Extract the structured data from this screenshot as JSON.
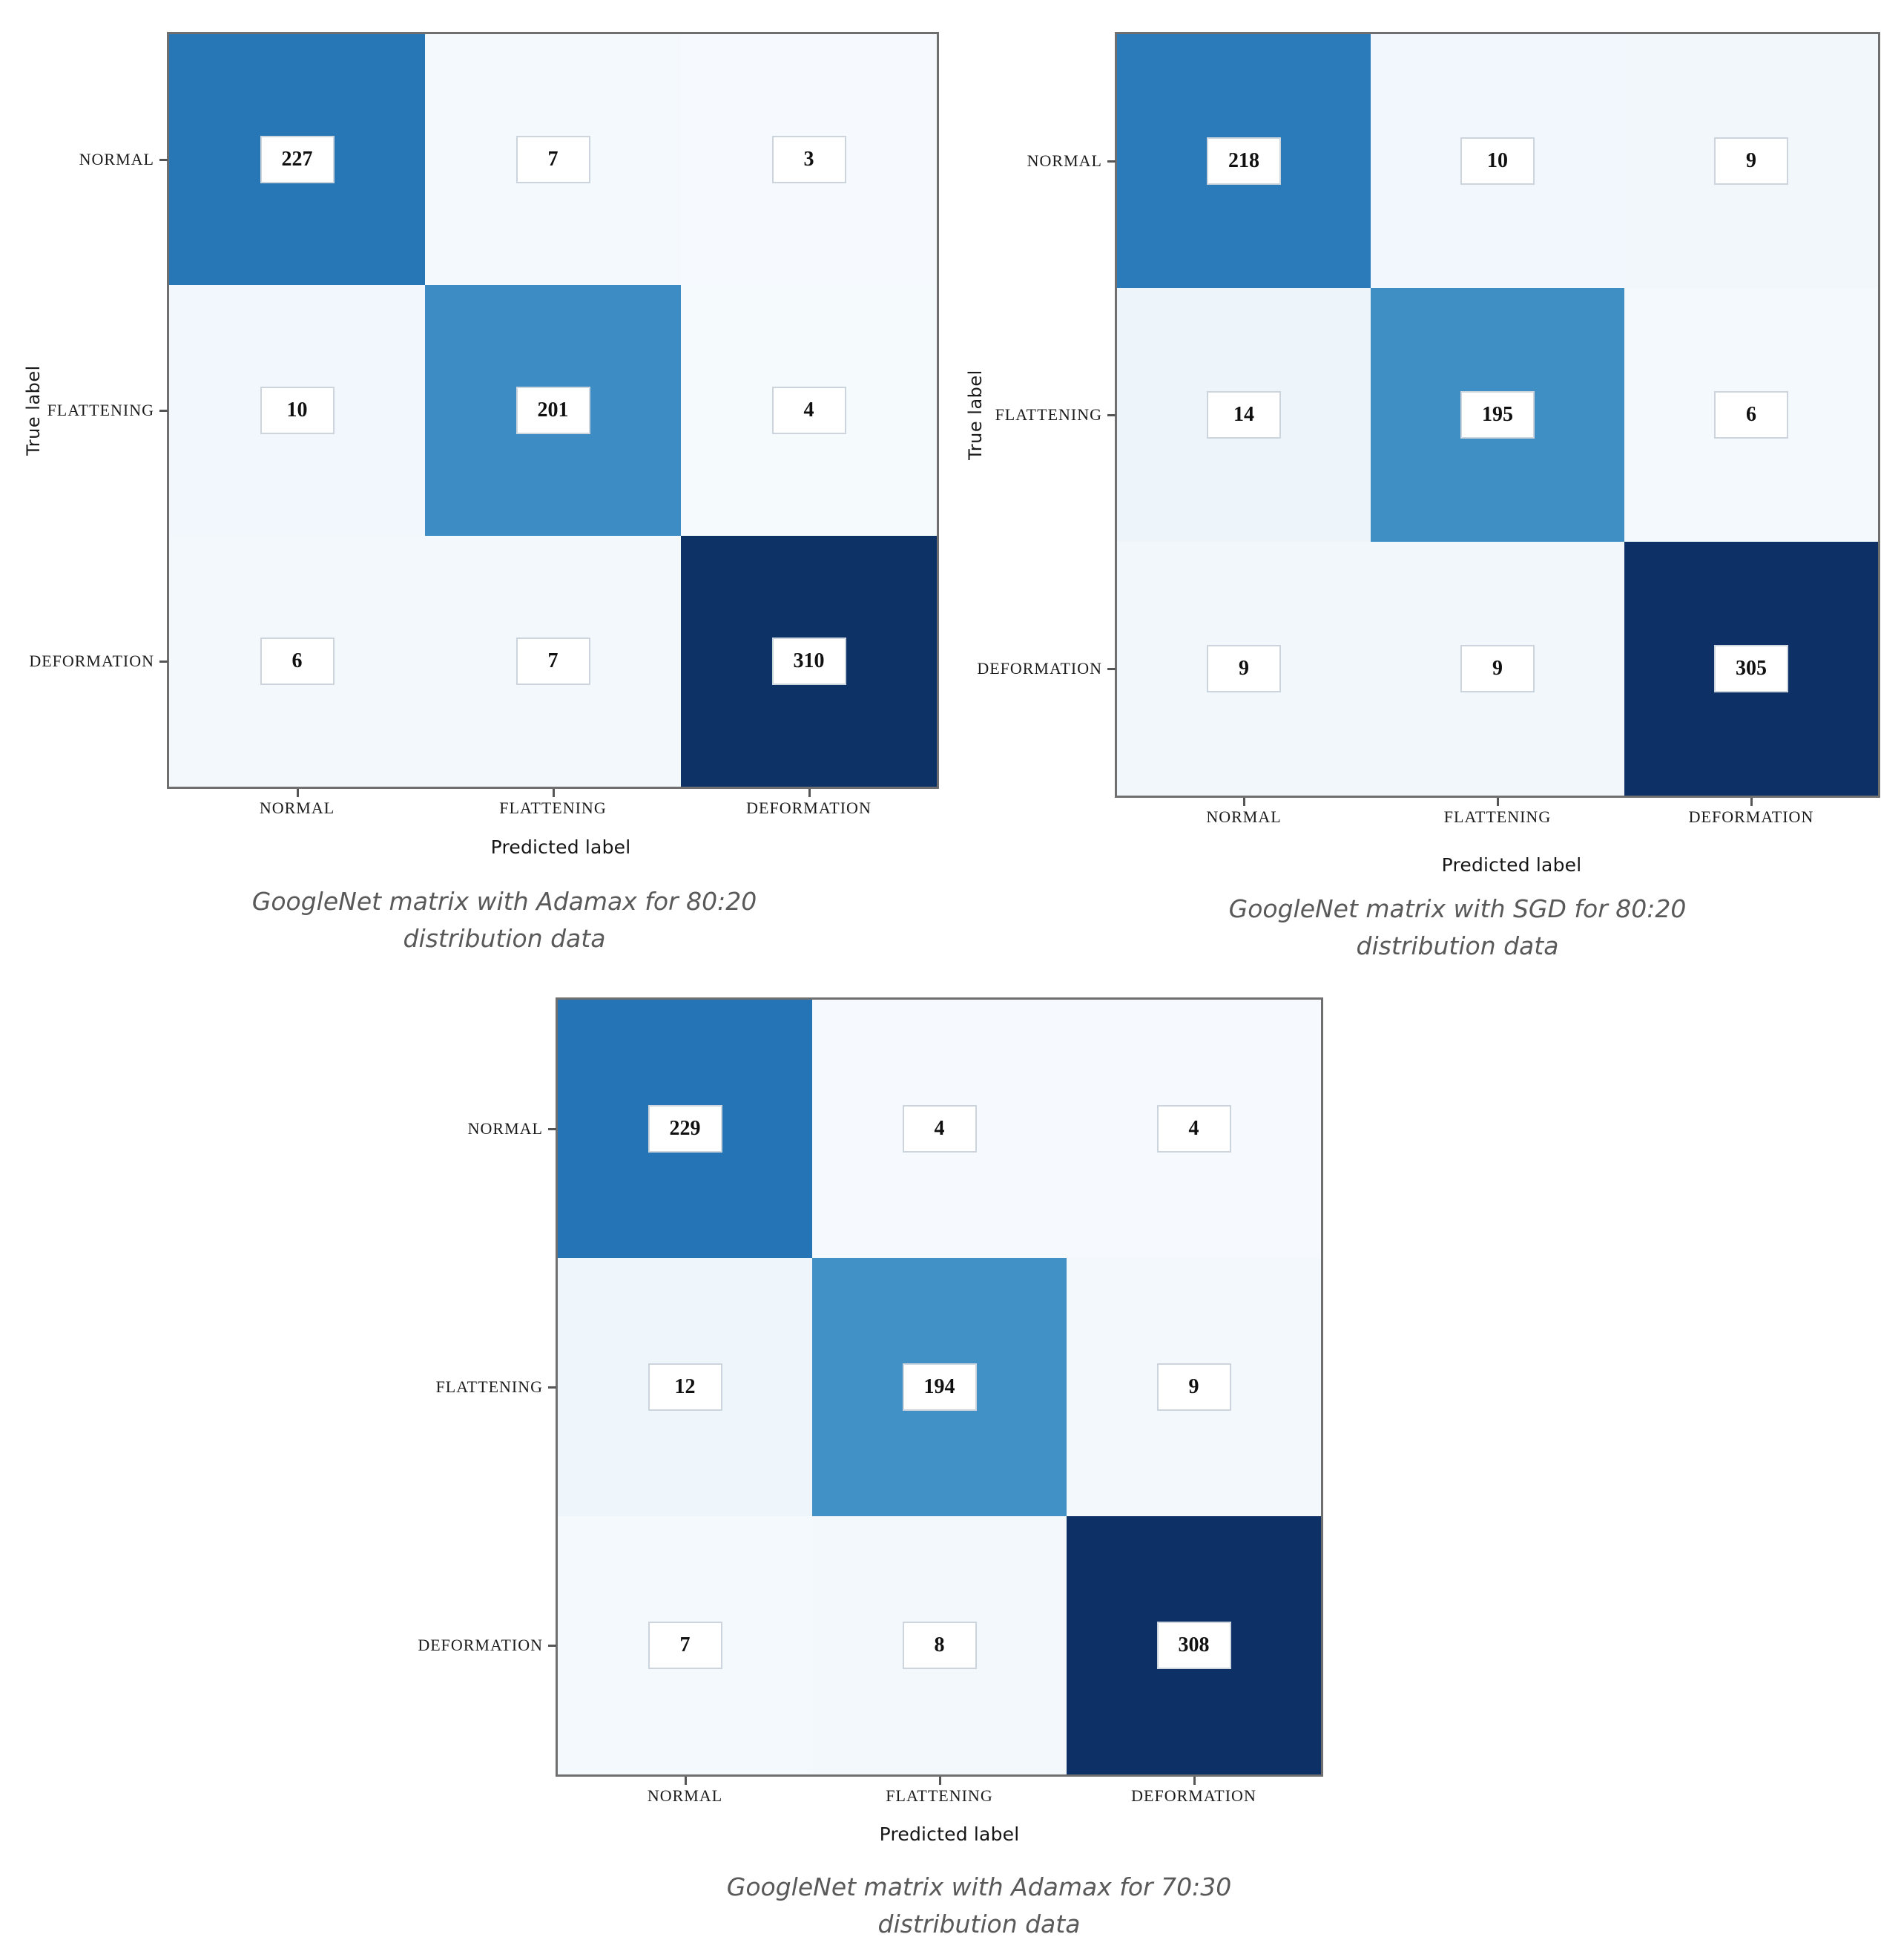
{
  "page": {
    "background": "#ffffff"
  },
  "styles": {
    "caption_color": "#595959",
    "spine_color": "#6f6f6f",
    "value_box_bg": "#ffffff",
    "value_box_border": "#ccd5dd",
    "colormap_max_color": "#0d3166",
    "colormap_min_color": "#f7fbff"
  },
  "chart_data": [
    {
      "type": "heatmap",
      "title": "GoogleNet matrix with Adamax for 80:20 distribution data",
      "caption_lines": [
        "GoogleNet matrix with Adamax for 80:20",
        "distribution data"
      ],
      "xlabel": "Predicted label",
      "ylabel": "True label",
      "x_tick_labels": [
        "NORMAL",
        "FLATTENING",
        "DEFORMATION"
      ],
      "y_tick_labels": [
        "NORMAL",
        "FLATTENING",
        "DEFORMATION"
      ],
      "values": [
        [
          227,
          7,
          3
        ],
        [
          10,
          201,
          4
        ],
        [
          6,
          7,
          310
        ]
      ],
      "value_range": [
        0,
        310
      ],
      "colormap": "Blues",
      "legend": "none",
      "cell_colors": [
        [
          "#2777b7",
          "#f4f9fd",
          "#f6fafe"
        ],
        [
          "#f1f7fc",
          "#3d8dc4",
          "#f5fafd"
        ],
        [
          "#f3f8fc",
          "#f3f8fc",
          "#0d3266"
        ]
      ]
    },
    {
      "type": "heatmap",
      "title": "GoogleNet matrix with SGD for 80:20 distribution data",
      "caption_lines": [
        "GoogleNet matrix with SGD for 80:20",
        "distribution data"
      ],
      "xlabel": "Predicted label",
      "ylabel": "True label",
      "x_tick_labels": [
        "NORMAL",
        "FLATTENING",
        "DEFORMATION"
      ],
      "y_tick_labels": [
        "NORMAL",
        "FLATTENING",
        "DEFORMATION"
      ],
      "values": [
        [
          218,
          10,
          9
        ],
        [
          14,
          195,
          6
        ],
        [
          9,
          9,
          305
        ]
      ],
      "value_range": [
        0,
        305
      ],
      "colormap": "Blues",
      "legend": "none",
      "cell_colors": [
        [
          "#2b7bba",
          "#f1f7fc",
          "#f2f7fc"
        ],
        [
          "#edf4fa",
          "#3f8fc5",
          "#f4f9fd"
        ],
        [
          "#f2f7fc",
          "#f2f7fc",
          "#0d3166"
        ]
      ]
    },
    {
      "type": "heatmap",
      "title": "GoogleNet matrix with Adamax for 70:30 distribution data",
      "caption_lines": [
        "GoogleNet matrix with Adamax for 70:30",
        "distribution data"
      ],
      "xlabel": "Predicted label",
      "x_tick_labels": [
        "NORMAL",
        "FLATTENING",
        "DEFORMATION"
      ],
      "y_tick_labels": [
        "NORMAL",
        "FLATTENING",
        "DEFORMATION"
      ],
      "values": [
        [
          229,
          4,
          4
        ],
        [
          12,
          194,
          9
        ],
        [
          7,
          8,
          308
        ]
      ],
      "value_range": [
        0,
        308
      ],
      "colormap": "Blues",
      "legend": "none",
      "cell_colors": [
        [
          "#2474b6",
          "#f6fafe",
          "#f6fafe"
        ],
        [
          "#eff6fb",
          "#4191c6",
          "#f2f8fc"
        ],
        [
          "#f4f9fd",
          "#f3f8fc",
          "#0d3166"
        ]
      ]
    }
  ]
}
